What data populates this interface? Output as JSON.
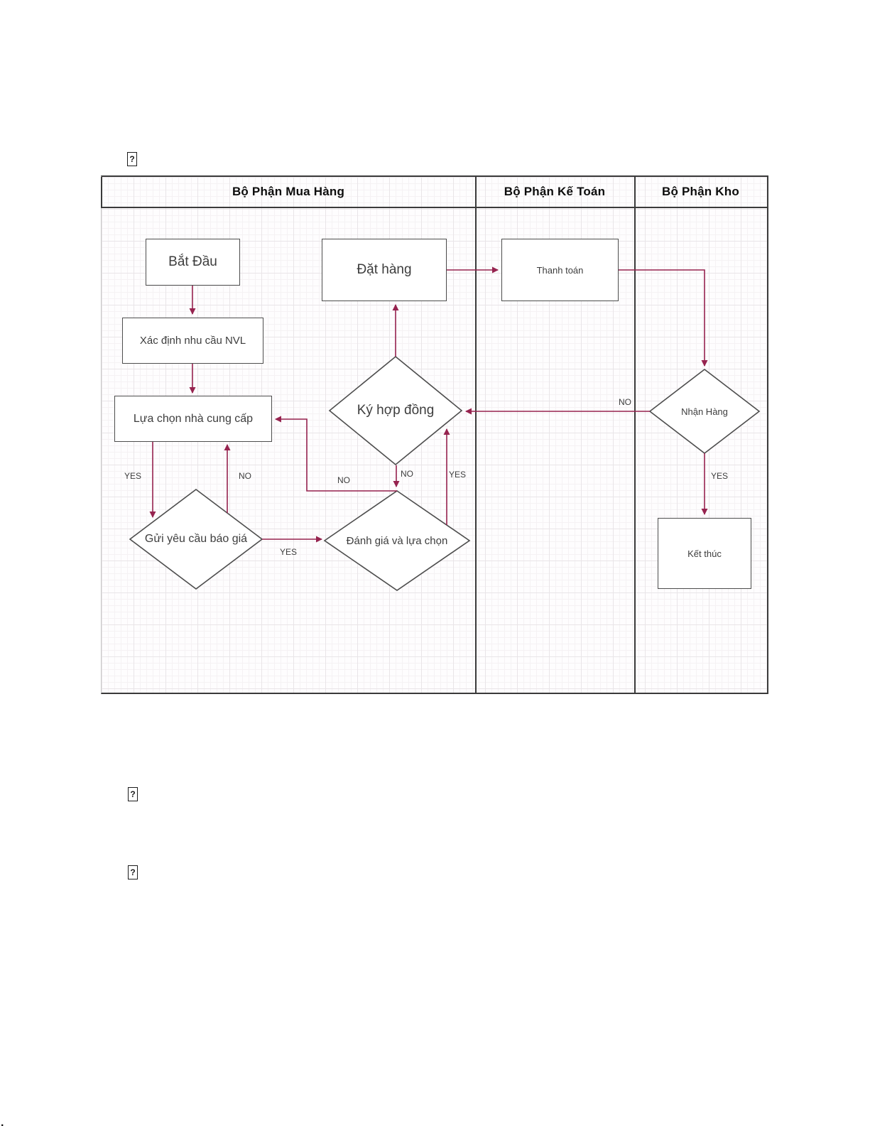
{
  "placeholders": {
    "glyph": "?",
    "dot": "."
  },
  "diagram": {
    "lanes": [
      {
        "label": "Bộ Phận Mua Hàng"
      },
      {
        "label": "Bộ Phận Kế Toán"
      },
      {
        "label": "Bộ Phận Kho"
      }
    ],
    "nodes": {
      "bat_dau": "Bắt Đầu",
      "xac_dinh": "Xác định nhu cầu NVL",
      "lua_chon": "Lựa chọn nhà cung cấp",
      "dat_hang": "Đặt hàng",
      "thanh_toan": "Thanh toán",
      "ky_hop_dong": "Ký hợp đồng",
      "gui_yeu_cau": "Gửi yêu cầu báo giá",
      "danh_gia": "Đánh giá và lựa chọn",
      "nhan_hang": "Nhận Hàng",
      "ket_thuc": "Kết thúc"
    },
    "edge_labels": {
      "lua_chon_yes": "YES",
      "gui_no": "NO",
      "gui_yes": "YES",
      "danh_gia_no": "NO",
      "ky_no": "NO",
      "danh_gia_yes": "YES",
      "nhan_no": "NO",
      "nhan_yes": "YES"
    },
    "colors": {
      "connector": "#96234f",
      "shape_border": "#4d4d4d",
      "frame_border": "#3a3a3a"
    }
  }
}
